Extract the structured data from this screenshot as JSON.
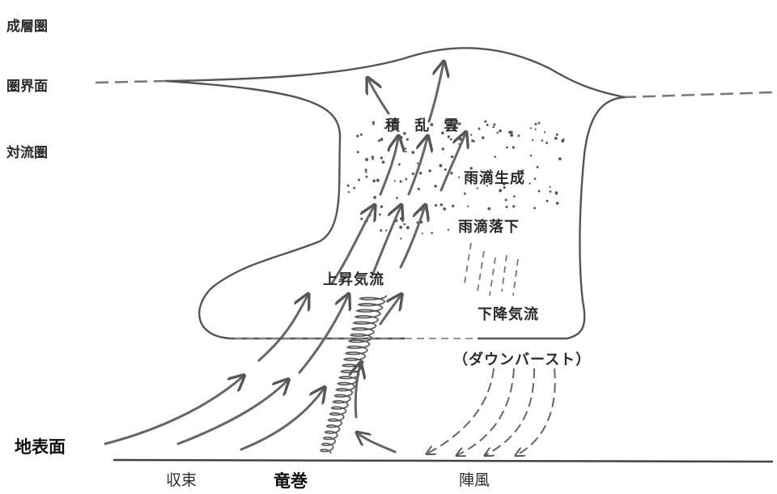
{
  "labels": {
    "stratosphere": "成層圏",
    "tropopause": "圏界面",
    "troposphere": "対流圏",
    "cumulonimbus": "積 乱 雲",
    "raindrop_formation": "雨滴生成",
    "raindrop_fall": "雨滴落下",
    "updraft": "上昇気流",
    "downdraft": "下降気流",
    "downburst": "（ダウンバースト）",
    "ground_surface": "地表面",
    "convergence": "収束",
    "tornado": "竜巻",
    "gust": "陣風"
  },
  "colors": {
    "line": "#555555",
    "dots": "#555555",
    "text": "#2a2a2a"
  }
}
